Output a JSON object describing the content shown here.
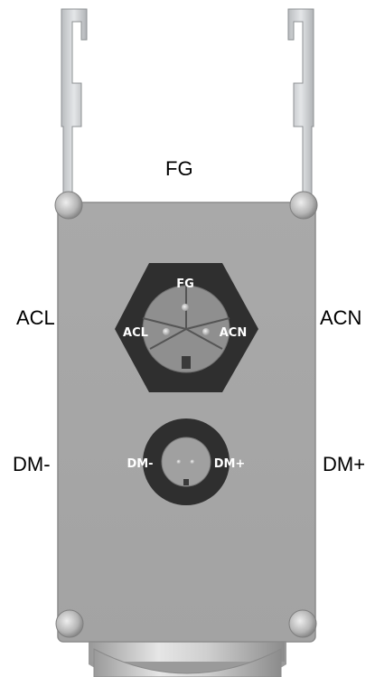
{
  "labels": {
    "top": "FG",
    "left_upper": "ACL",
    "right_upper": "ACN",
    "left_lower": "DM-",
    "right_lower": "DM+"
  },
  "ac_connector": {
    "top_pin": "FG",
    "left_pin": "ACL",
    "right_pin": "ACN"
  },
  "dimming_connector": {
    "left_pin": "DM-",
    "right_pin": "DM+"
  }
}
